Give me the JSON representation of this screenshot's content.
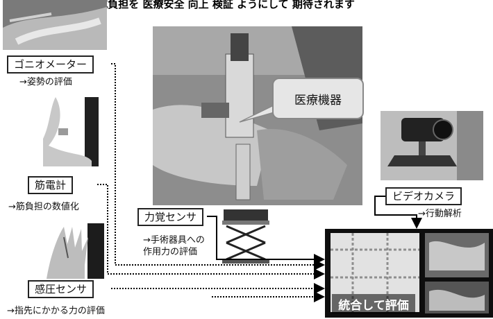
{
  "header": {
    "cut_text": "ー 究負担を 医療安全 向上 検証 ようにして 期待されます"
  },
  "sensors": {
    "goniometer": {
      "label": "ゴニオメーター",
      "note": "→姿勢の評価"
    },
    "emg": {
      "label": "筋電計",
      "note": "→筋負担の数値化"
    },
    "pressure": {
      "label": "感圧センサ",
      "note": "→指先にかかる力の評価"
    },
    "force": {
      "label": "力覚センサ",
      "note": "→手術器具への\n作用力の評価"
    },
    "video": {
      "label": "ビデオカメラ",
      "note": "→行動解析"
    }
  },
  "device": {
    "callout": "医療機器"
  },
  "result": {
    "label": "統合して評価"
  }
}
